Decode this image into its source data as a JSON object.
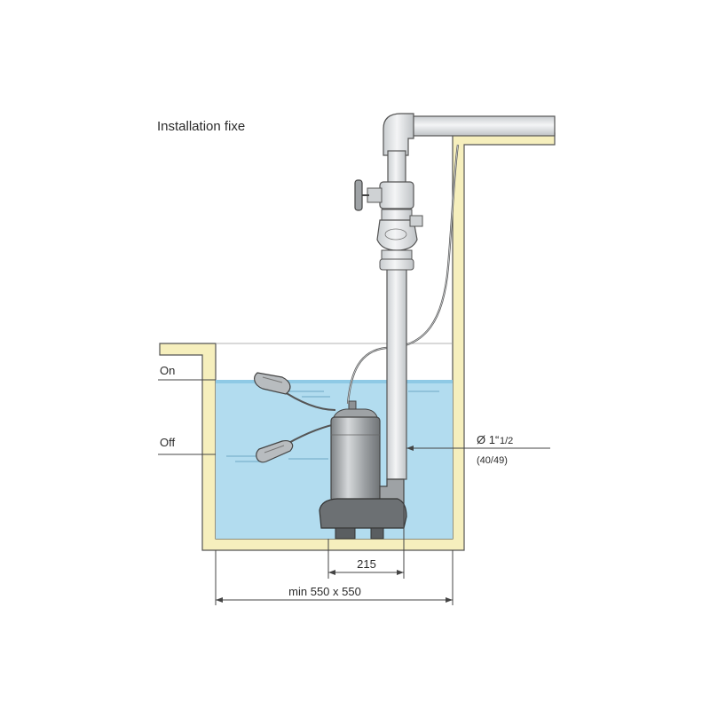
{
  "title": "Installation fixe",
  "levels": {
    "on": "On",
    "off": "Off"
  },
  "pipe": {
    "diameter_main": "Ø 1“",
    "diameter_fraction": "1/2",
    "diameter_sub": "(40/49)"
  },
  "dimensions": {
    "pump_offset": "215",
    "pit_min": "min 550 x 550"
  },
  "colors": {
    "wall": "#f6efbd",
    "outline": "#555555",
    "water": "#b2dcef",
    "water_surface": "#8ec9e5",
    "pipe": "#e7e9ea",
    "pump_metal": "#a9adb0",
    "pump_dark": "#6c7073"
  }
}
